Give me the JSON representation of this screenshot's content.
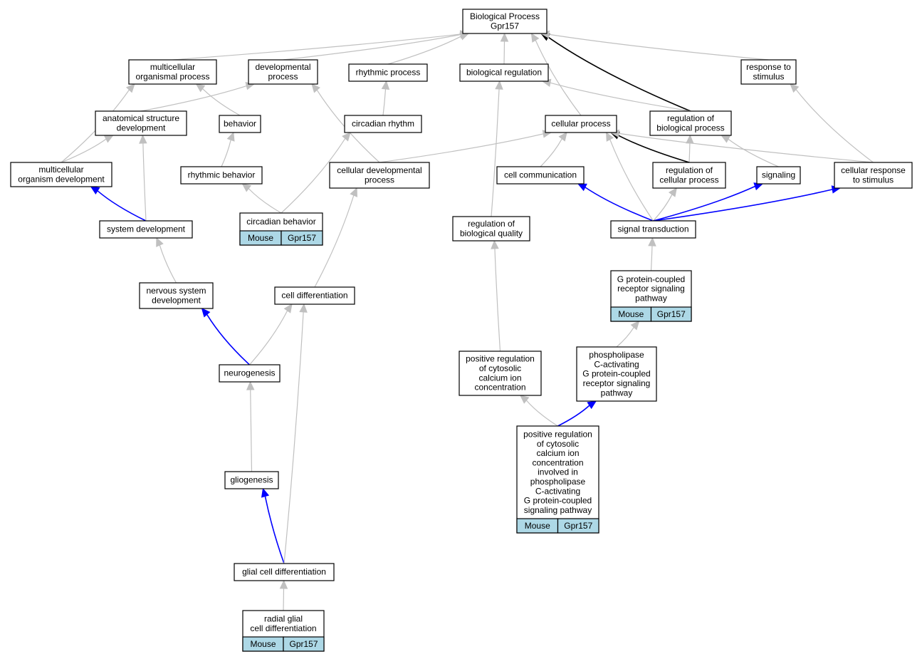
{
  "colors": {
    "edge_is_a": "#c0c0c0",
    "edge_regulates": "#000000",
    "edge_part_of": "#0000ff",
    "annotation_fill": "#add8e6",
    "node_fill": "#ffffff",
    "node_border": "#000000"
  },
  "nodes": {
    "bp": {
      "lines": [
        "Biological Process",
        "Gpr157"
      ]
    },
    "mop": {
      "lines": [
        "multicellular",
        "organismal process"
      ]
    },
    "dp": {
      "lines": [
        "developmental",
        "process"
      ]
    },
    "rp": {
      "lines": [
        "rhythmic process"
      ]
    },
    "br": {
      "lines": [
        "biological regulation"
      ]
    },
    "rts": {
      "lines": [
        "response to",
        "stimulus"
      ]
    },
    "asd": {
      "lines": [
        "anatomical structure",
        "development"
      ]
    },
    "beh": {
      "lines": [
        "behavior"
      ]
    },
    "cr": {
      "lines": [
        "circadian rhythm"
      ]
    },
    "cp": {
      "lines": [
        "cellular process"
      ]
    },
    "rbp": {
      "lines": [
        "regulation of",
        "biological process"
      ]
    },
    "mod": {
      "lines": [
        "multicellular",
        "organism development"
      ]
    },
    "rb": {
      "lines": [
        "rhythmic behavior"
      ]
    },
    "cdp": {
      "lines": [
        "cellular developmental",
        "process"
      ]
    },
    "cc": {
      "lines": [
        "cell communication"
      ]
    },
    "rcp": {
      "lines": [
        "regulation of",
        "cellular process"
      ]
    },
    "sig": {
      "lines": [
        "signaling"
      ]
    },
    "crs": {
      "lines": [
        "cellular response",
        "to stimulus"
      ]
    },
    "cb": {
      "lines": [
        "circadian behavior"
      ],
      "annotation": [
        "Mouse",
        "Gpr157"
      ]
    },
    "sd": {
      "lines": [
        "system development"
      ]
    },
    "rbq": {
      "lines": [
        "regulation of",
        "biological quality"
      ]
    },
    "st": {
      "lines": [
        "signal transduction"
      ]
    },
    "nsd": {
      "lines": [
        "nervous system",
        "development"
      ]
    },
    "cdiff": {
      "lines": [
        "cell differentiation"
      ]
    },
    "gpcr": {
      "lines": [
        "G protein-coupled",
        "receptor signaling",
        "pathway"
      ],
      "annotation": [
        "Mouse",
        "Gpr157"
      ]
    },
    "neu": {
      "lines": [
        "neurogenesis"
      ]
    },
    "prcc": {
      "lines": [
        "positive regulation",
        "of cytosolic",
        "calcium ion",
        "concentration"
      ]
    },
    "plc": {
      "lines": [
        "phospholipase",
        "C-activating",
        "G protein-coupled",
        "receptor signaling",
        "pathway"
      ]
    },
    "prcc2": {
      "lines": [
        "positive regulation",
        "of cytosolic",
        "calcium ion",
        "concentration",
        "involved in",
        "phospholipase",
        "C-activating",
        "G protein-coupled",
        "signaling pathway"
      ],
      "annotation": [
        "Mouse",
        "Gpr157"
      ]
    },
    "gli": {
      "lines": [
        "gliogenesis"
      ]
    },
    "gcd": {
      "lines": [
        "glial cell differentiation"
      ]
    },
    "rgcd": {
      "lines": [
        "radial glial",
        "cell differentiation"
      ],
      "annotation": [
        "Mouse",
        "Gpr157"
      ]
    }
  },
  "edges": [
    {
      "from": "mop",
      "to": "bp",
      "relation": "is_a"
    },
    {
      "from": "dp",
      "to": "bp",
      "relation": "is_a"
    },
    {
      "from": "rp",
      "to": "bp",
      "relation": "is_a"
    },
    {
      "from": "br",
      "to": "bp",
      "relation": "is_a"
    },
    {
      "from": "cp",
      "to": "bp",
      "relation": "is_a"
    },
    {
      "from": "rbp",
      "to": "bp",
      "relation": "regulates"
    },
    {
      "from": "rts",
      "to": "bp",
      "relation": "is_a"
    },
    {
      "from": "asd",
      "to": "dp",
      "relation": "is_a"
    },
    {
      "from": "beh",
      "to": "mop",
      "relation": "is_a"
    },
    {
      "from": "cr",
      "to": "rp",
      "relation": "is_a"
    },
    {
      "from": "rbp",
      "to": "br",
      "relation": "is_a"
    },
    {
      "from": "mod",
      "to": "mop",
      "relation": "is_a"
    },
    {
      "from": "mod",
      "to": "asd",
      "relation": "is_a"
    },
    {
      "from": "rb",
      "to": "beh",
      "relation": "is_a"
    },
    {
      "from": "cdp",
      "to": "dp",
      "relation": "is_a"
    },
    {
      "from": "cdp",
      "to": "cp",
      "relation": "is_a"
    },
    {
      "from": "cc",
      "to": "cp",
      "relation": "is_a"
    },
    {
      "from": "rcp",
      "to": "rbp",
      "relation": "is_a"
    },
    {
      "from": "rcp",
      "to": "cp",
      "relation": "regulates"
    },
    {
      "from": "sig",
      "to": "rbp",
      "relation": "is_a"
    },
    {
      "from": "crs",
      "to": "rts",
      "relation": "is_a"
    },
    {
      "from": "crs",
      "to": "cp",
      "relation": "is_a"
    },
    {
      "from": "cb",
      "to": "rb",
      "relation": "is_a"
    },
    {
      "from": "cb",
      "to": "cr",
      "relation": "is_a"
    },
    {
      "from": "sd",
      "to": "mod",
      "relation": "part_of"
    },
    {
      "from": "sd",
      "to": "asd",
      "relation": "is_a"
    },
    {
      "from": "rbq",
      "to": "br",
      "relation": "is_a"
    },
    {
      "from": "st",
      "to": "cc",
      "relation": "part_of"
    },
    {
      "from": "st",
      "to": "cp",
      "relation": "is_a"
    },
    {
      "from": "st",
      "to": "rcp",
      "relation": "is_a"
    },
    {
      "from": "st",
      "to": "sig",
      "relation": "part_of"
    },
    {
      "from": "st",
      "to": "crs",
      "relation": "part_of"
    },
    {
      "from": "nsd",
      "to": "sd",
      "relation": "is_a"
    },
    {
      "from": "cdiff",
      "to": "cdp",
      "relation": "is_a"
    },
    {
      "from": "gpcr",
      "to": "st",
      "relation": "is_a"
    },
    {
      "from": "neu",
      "to": "nsd",
      "relation": "part_of"
    },
    {
      "from": "neu",
      "to": "cdiff",
      "relation": "is_a"
    },
    {
      "from": "prcc",
      "to": "rbq",
      "relation": "is_a"
    },
    {
      "from": "plc",
      "to": "gpcr",
      "relation": "is_a"
    },
    {
      "from": "prcc2",
      "to": "prcc",
      "relation": "is_a"
    },
    {
      "from": "prcc2",
      "to": "plc",
      "relation": "part_of"
    },
    {
      "from": "gli",
      "to": "neu",
      "relation": "is_a"
    },
    {
      "from": "gcd",
      "to": "gli",
      "relation": "part_of"
    },
    {
      "from": "gcd",
      "to": "cdiff",
      "relation": "is_a"
    },
    {
      "from": "rgcd",
      "to": "gcd",
      "relation": "is_a"
    }
  ]
}
